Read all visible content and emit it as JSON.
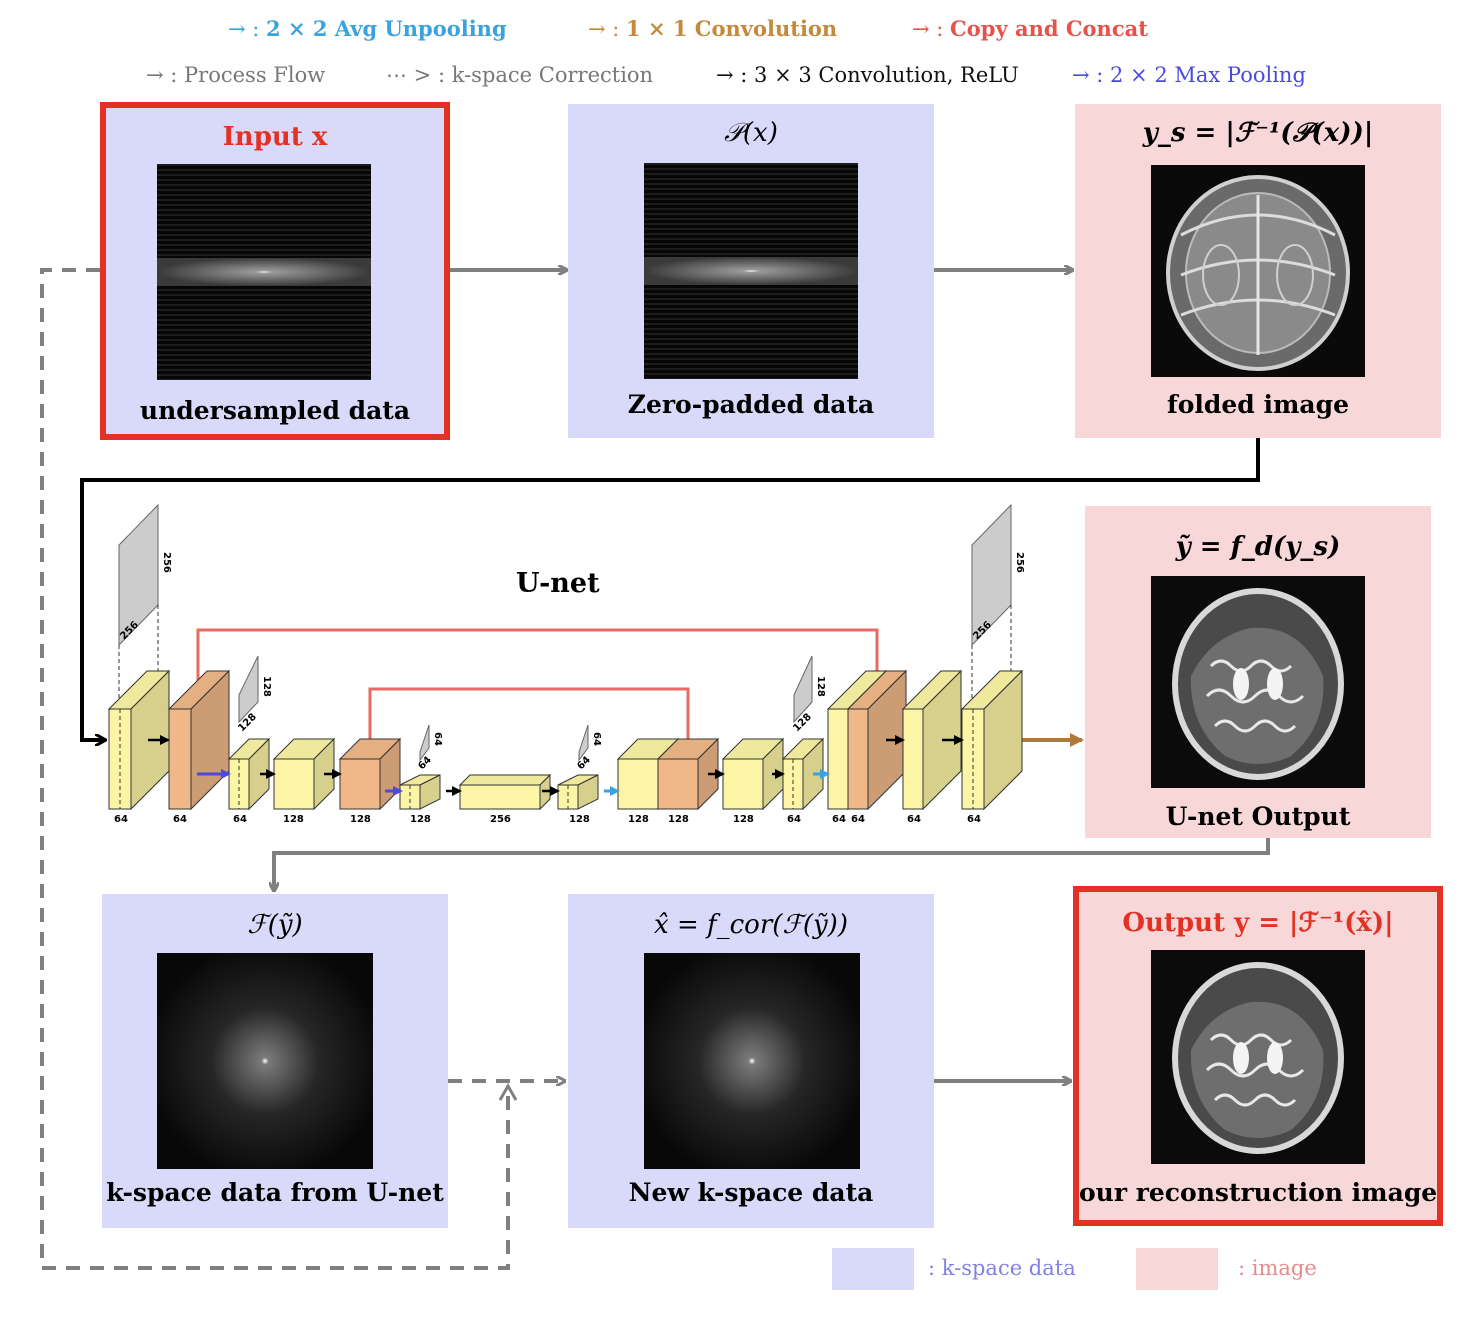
{
  "legend": {
    "row1": [
      {
        "arrow": "→ :",
        "text": "2 × 2 Avg Unpooling",
        "color": "#3aa2dc"
      },
      {
        "arrow": "→ :",
        "text": "1 × 1 Convolution",
        "color": "#c48a3c"
      },
      {
        "arrow": "→ :",
        "text": "Copy and Concat",
        "color": "#e5534b"
      }
    ],
    "row2": [
      {
        "arrow": "→ :",
        "text": "Process Flow",
        "color": "#777777"
      },
      {
        "arrow": "⋯ > :",
        "text": "k-space Correction",
        "color": "#777777"
      },
      {
        "arrow": "→ :",
        "text": "3 × 3 Convolution, ReLU",
        "color": "#111111"
      },
      {
        "arrow": "→ :",
        "text": "2 × 2 Max Pooling",
        "color": "#4a4ae0"
      }
    ],
    "bottom": [
      {
        "text": ": k-space data",
        "swatch": "#d9d9fa",
        "color": "#8080e8"
      },
      {
        "text": ": image",
        "swatch": "#f7d7d7",
        "color": "#e88a8a"
      }
    ]
  },
  "panels": {
    "input": {
      "title": "Input x",
      "caption": "undersampled data"
    },
    "padded": {
      "title": "𝒫(x)",
      "caption": "Zero-padded data"
    },
    "folded": {
      "title": "y_s = |ℱ⁻¹(𝒫(x))|",
      "caption": "folded image"
    },
    "unet_out": {
      "title": "ỹ = f_d(y_s)",
      "caption": "U-net Output"
    },
    "kspace_unet": {
      "title": "ℱ(ỹ)",
      "caption": "k-space data from U-net"
    },
    "new_kspace": {
      "title": "x̂ = f_cor(ℱ(ỹ))",
      "caption": "New k-space data"
    },
    "output": {
      "title": "Output y = |ℱ⁻¹(x̂)|",
      "caption": "our reconstruction image"
    }
  },
  "unet": {
    "title": "U-net",
    "feature_labels": [
      "256",
      "256",
      "128",
      "128",
      "64",
      "64",
      "64",
      "64",
      "128",
      "128",
      "256",
      "256"
    ],
    "bottom_labels": [
      "64",
      "64",
      "64",
      "128",
      "128",
      "128",
      "256",
      "128",
      "128",
      "128",
      "128",
      "64",
      "64",
      "64",
      "64",
      "64"
    ],
    "colors": {
      "conv": "#fcf5a5",
      "orange": "#f0b888",
      "gray": "#cccccc"
    }
  }
}
